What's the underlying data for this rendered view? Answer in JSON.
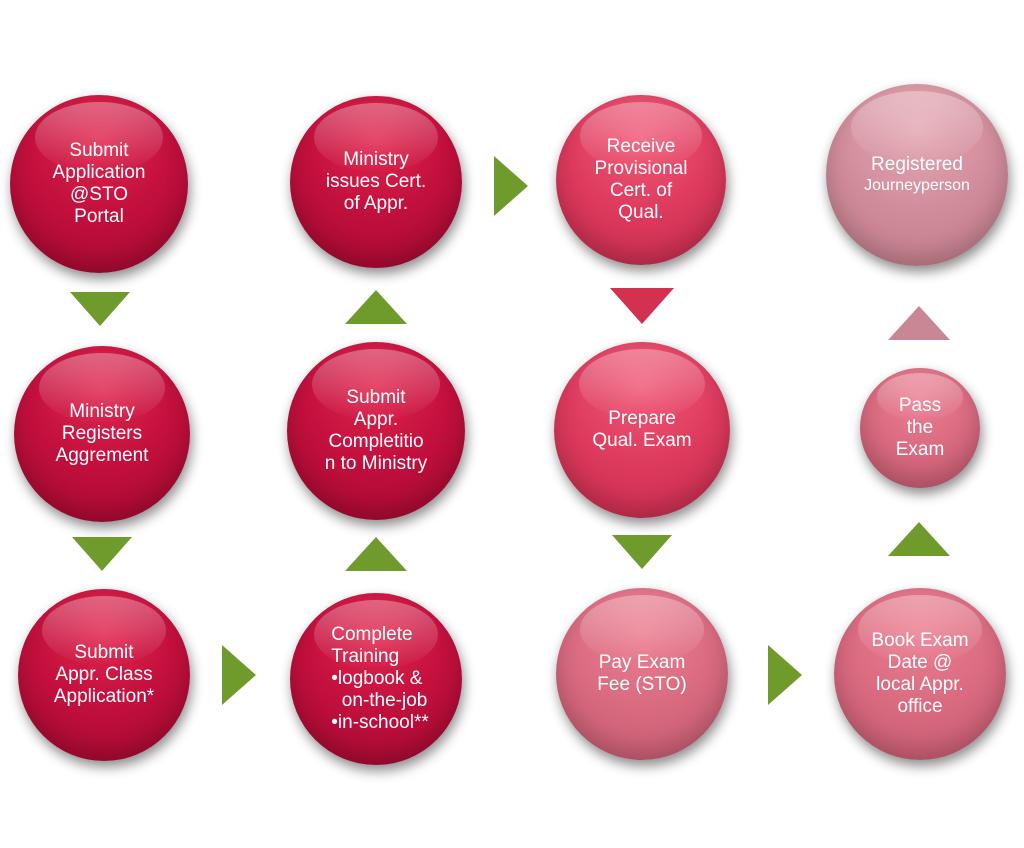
{
  "nodes": {
    "submit_application": "Submit\nApplication\n@STO\nPortal",
    "ministry_registers": "Ministry\nRegisters\nAggrement",
    "submit_class_application": "Submit\nAppr. Class\nApplication*",
    "ministry_issues_cert": "Ministry\nissues Cert.\nof Appr.",
    "submit_completion": "Submit\nAppr.\nCompletitio\nn to Ministry",
    "complete_training": {
      "title": "Complete\nTraining",
      "bullets": [
        "•logbook &\n  on-the-job",
        "•in-school**"
      ]
    },
    "receive_provisional": "Receive\nProvisional\nCert. of\nQual.",
    "prepare_exam": "Prepare\nQual. Exam",
    "pay_exam_fee": "Pay Exam\nFee (STO)",
    "registered_journeyperson": {
      "line1": "Registered",
      "line2": "Journeyperson"
    },
    "pass_exam": "Pass\nthe\nExam",
    "book_exam_date": "Book Exam\nDate @\nlocal Appr.\noffice"
  },
  "colors": {
    "arrow_green": "#6e9b2b",
    "arrow_red": "#d23150",
    "arrow_pink": "#c98796",
    "node_dark": "#c4103e",
    "node_mid": "#dd3a5d",
    "node_light": "#d96a80",
    "node_pale": "#d18c9b"
  }
}
